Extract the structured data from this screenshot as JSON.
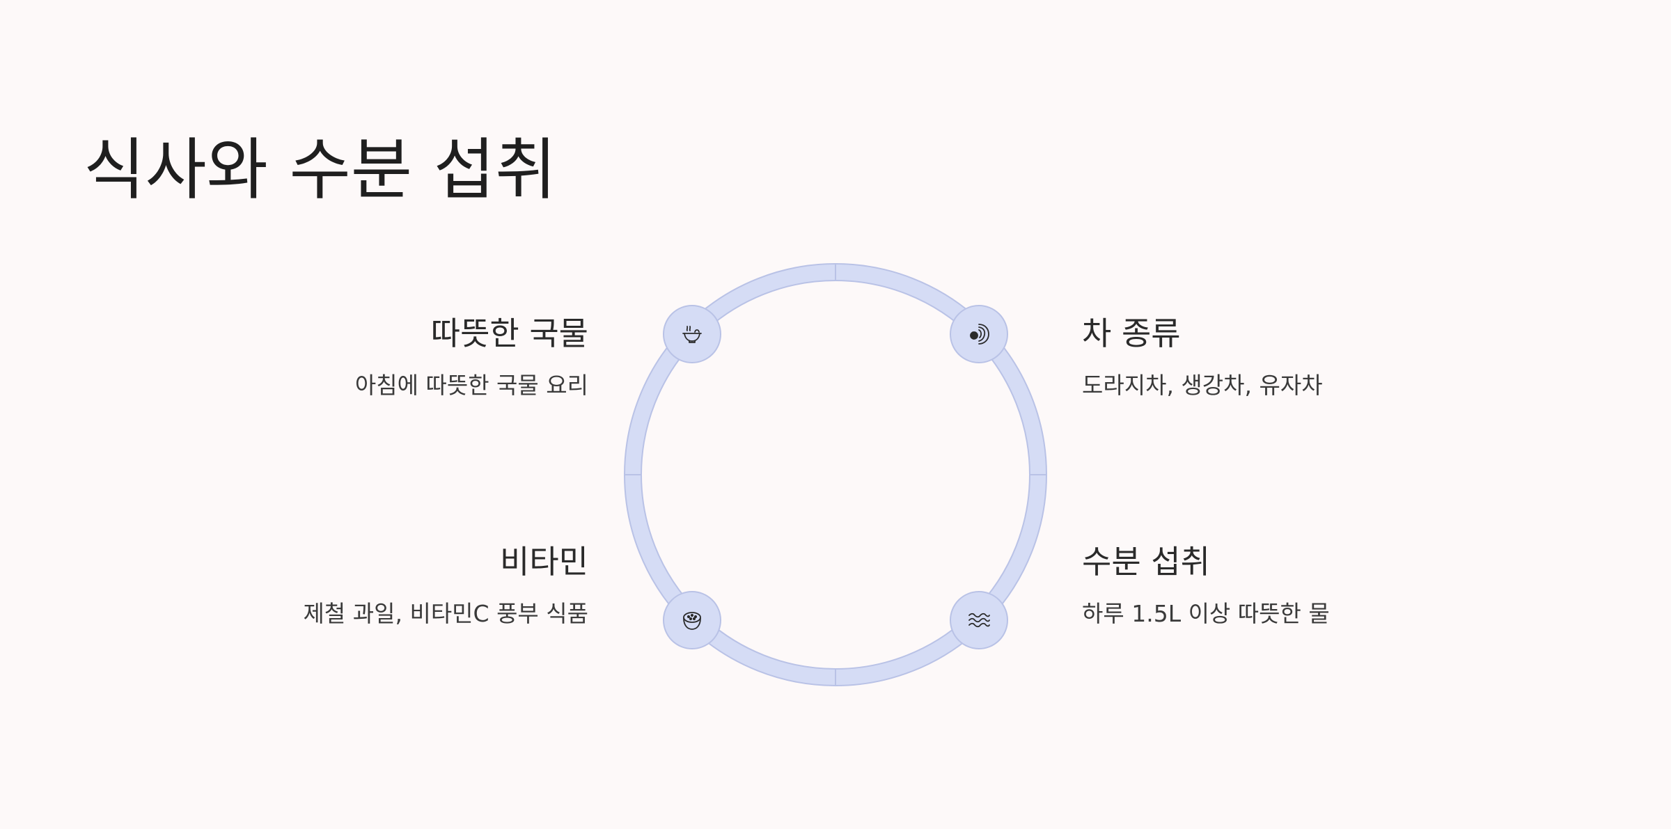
{
  "slide": {
    "title": "식사와 수분 섭취"
  },
  "items": {
    "hot_soup": {
      "title": "따뜻한 국물",
      "description": "아침에 따뜻한 국물 요리",
      "icon": "soup-bowl-icon"
    },
    "tea": {
      "title": "차 종류",
      "description": "도라지차, 생강차, 유자차",
      "icon": "tea-leaf-icon"
    },
    "vitamin": {
      "title": "비타민",
      "description": "제철 과일, 비타민C 풍부 식품",
      "icon": "fruit-bowl-icon"
    },
    "hydration": {
      "title": "수분 섭취",
      "description": "하루 1.5L 이상 따뜻한 물",
      "icon": "water-waves-icon"
    }
  },
  "colors": {
    "background": "#fdf9f9",
    "ring_fill": "#d5dcf5",
    "ring_stroke": "#b9c2e6",
    "text": "#2a2a2a"
  }
}
